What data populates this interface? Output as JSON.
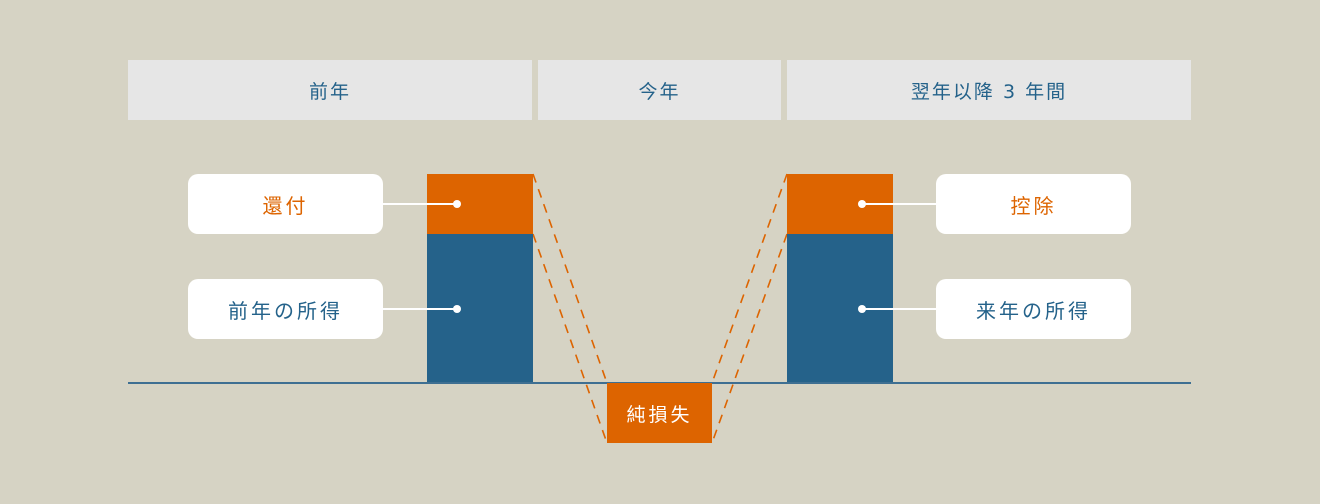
{
  "headers": {
    "previous_year": "前年",
    "this_year": "今年",
    "following_years": "翌年以降 3 年間"
  },
  "left": {
    "top_label": "還付",
    "bottom_label": "前年の所得"
  },
  "right": {
    "top_label": "控除",
    "bottom_label": "来年の所得"
  },
  "center": {
    "net_loss_label": "純損失"
  },
  "colors": {
    "background": "#d6d3c4",
    "header_bg": "#e6e6e6",
    "orange": "#dd6400",
    "blue": "#25628a",
    "text_blue": "#24628a"
  }
}
